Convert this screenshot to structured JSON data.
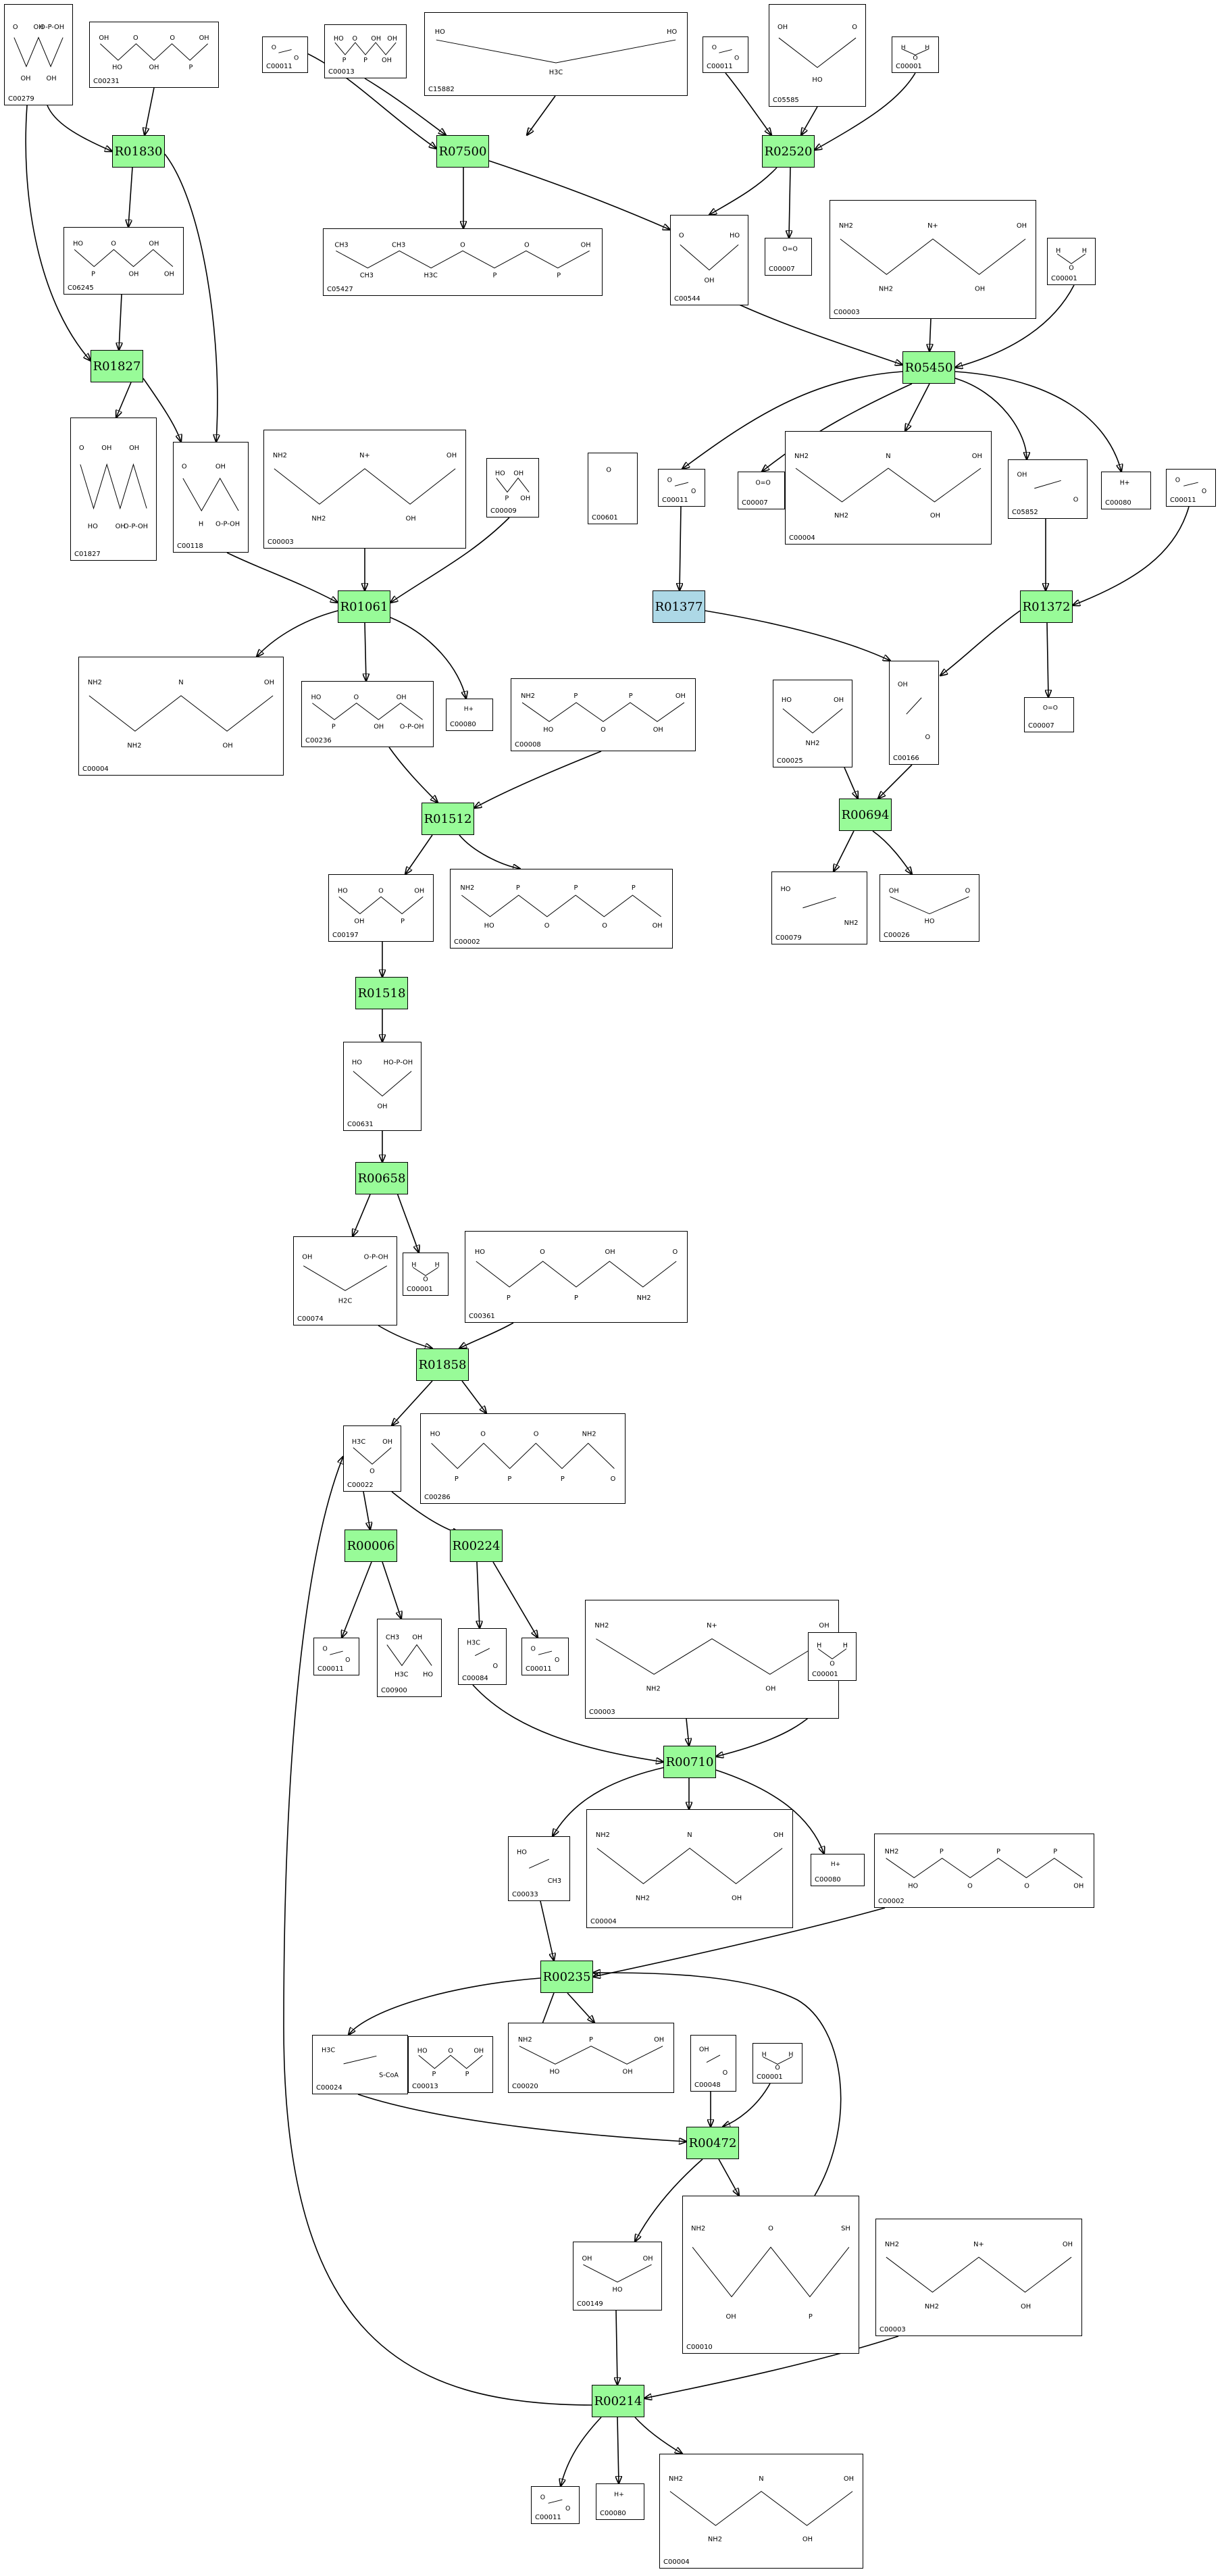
{
  "colors": {
    "reaction": "#98fb98",
    "reaction_highlight": "#add8e6",
    "edge": "#000000",
    "border": "#000000"
  },
  "reactions": [
    {
      "id": "R01830"
    },
    {
      "id": "R07500"
    },
    {
      "id": "R02520"
    },
    {
      "id": "R01827"
    },
    {
      "id": "R05450"
    },
    {
      "id": "R01061"
    },
    {
      "id": "R01377",
      "highlight": true
    },
    {
      "id": "R01372"
    },
    {
      "id": "R01512"
    },
    {
      "id": "R00694"
    },
    {
      "id": "R01518"
    },
    {
      "id": "R00658"
    },
    {
      "id": "R01858"
    },
    {
      "id": "R00006"
    },
    {
      "id": "R00224"
    },
    {
      "id": "R00710"
    },
    {
      "id": "R00235"
    },
    {
      "id": "R00472"
    },
    {
      "id": "R00214"
    }
  ],
  "compounds": [
    {
      "id": "C00279",
      "atoms": [
        "O",
        "OH",
        "OH",
        "OH",
        "O-P-OH"
      ]
    },
    {
      "id": "C00231",
      "atoms": [
        "OH",
        "HO",
        "O",
        "OH",
        "O",
        "P",
        "OH"
      ]
    },
    {
      "id": "C00011",
      "atoms": [
        "O",
        "O"
      ]
    },
    {
      "id": "C00013",
      "atoms": [
        "HO",
        "P",
        "O",
        "P",
        "OH",
        "OH",
        "OH"
      ]
    },
    {
      "id": "C15882",
      "atoms": [
        "HO",
        "H3C",
        "HO"
      ]
    },
    {
      "id": "C00011",
      "atoms": [
        "O",
        "O"
      ]
    },
    {
      "id": "C05585",
      "atoms": [
        "OH",
        "HO",
        "O"
      ]
    },
    {
      "id": "C00001",
      "atoms": [
        "H",
        "O",
        "H"
      ]
    },
    {
      "id": "C06245",
      "atoms": [
        "HO",
        "P",
        "O",
        "OH",
        "OH",
        "OH"
      ]
    },
    {
      "id": "C05427",
      "atoms": [
        "CH3",
        "CH3",
        "CH3",
        "H3C",
        "O",
        "P",
        "O",
        "P",
        "OH"
      ]
    },
    {
      "id": "C00544",
      "atoms": [
        "O",
        "OH",
        "HO"
      ]
    },
    {
      "id": "C00007",
      "atoms": [
        "O=O"
      ]
    },
    {
      "id": "C00003",
      "atoms": [
        "NH2",
        "NH2",
        "N+",
        "OH",
        "OH"
      ]
    },
    {
      "id": "C00001",
      "atoms": [
        "H",
        "O",
        "H"
      ]
    },
    {
      "id": "C01827",
      "atoms": [
        "O",
        "HO",
        "OH",
        "OH",
        "OH",
        "O-P-OH"
      ]
    },
    {
      "id": "C00118",
      "atoms": [
        "O",
        "H",
        "OH",
        "O-P-OH"
      ]
    },
    {
      "id": "C00003",
      "atoms": [
        "NH2",
        "NH2",
        "N+",
        "OH",
        "OH"
      ]
    },
    {
      "id": "C00009",
      "atoms": [
        "HO",
        "P",
        "OH",
        "OH"
      ]
    },
    {
      "id": "C00601",
      "atoms": [
        "O"
      ]
    },
    {
      "id": "C00011",
      "atoms": [
        "O",
        "O"
      ]
    },
    {
      "id": "C00007",
      "atoms": [
        "O=O"
      ]
    },
    {
      "id": "C00004",
      "atoms": [
        "NH2",
        "NH2",
        "N",
        "OH",
        "OH"
      ]
    },
    {
      "id": "C05852",
      "atoms": [
        "OH",
        "O"
      ]
    },
    {
      "id": "C00080",
      "atoms": [
        "H+"
      ]
    },
    {
      "id": "C00011",
      "atoms": [
        "O",
        "O"
      ]
    },
    {
      "id": "C00004",
      "atoms": [
        "NH2",
        "NH2",
        "N",
        "OH",
        "OH"
      ]
    },
    {
      "id": "C00236",
      "atoms": [
        "HO",
        "P",
        "O",
        "OH",
        "OH",
        "O-P-OH"
      ]
    },
    {
      "id": "C00080",
      "atoms": [
        "H+"
      ]
    },
    {
      "id": "C00008",
      "atoms": [
        "NH2",
        "HO",
        "P",
        "O",
        "P",
        "OH",
        "OH"
      ]
    },
    {
      "id": "C00025",
      "atoms": [
        "HO",
        "NH2",
        "OH"
      ]
    },
    {
      "id": "C00166",
      "atoms": [
        "OH",
        "O"
      ]
    },
    {
      "id": "C00007",
      "atoms": [
        "O=O"
      ]
    },
    {
      "id": "C00197",
      "atoms": [
        "HO",
        "OH",
        "O",
        "P",
        "OH"
      ]
    },
    {
      "id": "C00002",
      "atoms": [
        "NH2",
        "HO",
        "P",
        "O",
        "P",
        "O",
        "P",
        "OH"
      ]
    },
    {
      "id": "C00079",
      "atoms": [
        "HO",
        "NH2"
      ]
    },
    {
      "id": "C00026",
      "atoms": [
        "OH",
        "HO",
        "O"
      ]
    },
    {
      "id": "C00631",
      "atoms": [
        "HO",
        "OH",
        "HO-P-OH"
      ]
    },
    {
      "id": "C00074",
      "atoms": [
        "OH",
        "H2C",
        "O-P-OH"
      ]
    },
    {
      "id": "C00001",
      "atoms": [
        "H",
        "O",
        "H"
      ]
    },
    {
      "id": "C00361",
      "atoms": [
        "HO",
        "P",
        "O",
        "P",
        "OH",
        "NH2",
        "O"
      ]
    },
    {
      "id": "C00022",
      "atoms": [
        "H3C",
        "O",
        "OH"
      ]
    },
    {
      "id": "C00286",
      "atoms": [
        "HO",
        "P",
        "O",
        "P",
        "O",
        "P",
        "NH2",
        "O"
      ]
    },
    {
      "id": "C00011",
      "atoms": [
        "O",
        "O"
      ]
    },
    {
      "id": "C00900",
      "atoms": [
        "CH3",
        "H3C",
        "OH",
        "HO"
      ]
    },
    {
      "id": "C00084",
      "atoms": [
        "H3C",
        "O"
      ]
    },
    {
      "id": "C00011",
      "atoms": [
        "O",
        "O"
      ]
    },
    {
      "id": "C00003",
      "atoms": [
        "NH2",
        "NH2",
        "N+",
        "OH",
        "OH"
      ]
    },
    {
      "id": "C00001",
      "atoms": [
        "H",
        "O",
        "H"
      ]
    },
    {
      "id": "C00033",
      "atoms": [
        "HO",
        "CH3"
      ]
    },
    {
      "id": "C00004",
      "atoms": [
        "NH2",
        "NH2",
        "N",
        "OH",
        "OH"
      ]
    },
    {
      "id": "C00080",
      "atoms": [
        "H+"
      ]
    },
    {
      "id": "C00002",
      "atoms": [
        "NH2",
        "HO",
        "P",
        "O",
        "P",
        "O",
        "P",
        "OH"
      ]
    },
    {
      "id": "C00024",
      "atoms": [
        "H3C",
        "S-CoA"
      ]
    },
    {
      "id": "C00013",
      "atoms": [
        "HO",
        "P",
        "O",
        "P",
        "OH"
      ]
    },
    {
      "id": "C00020",
      "atoms": [
        "NH2",
        "HO",
        "P",
        "OH",
        "OH"
      ]
    },
    {
      "id": "C00048",
      "atoms": [
        "OH",
        "O"
      ]
    },
    {
      "id": "C00001",
      "atoms": [
        "H",
        "O",
        "H"
      ]
    },
    {
      "id": "C00149",
      "atoms": [
        "OH",
        "HO",
        "OH"
      ]
    },
    {
      "id": "C00010",
      "atoms": [
        "NH2",
        "OH",
        "O",
        "P",
        "SH"
      ]
    },
    {
      "id": "C00003",
      "atoms": [
        "NH2",
        "NH2",
        "N+",
        "OH",
        "OH"
      ]
    },
    {
      "id": "C00011",
      "atoms": [
        "O",
        "O"
      ]
    },
    {
      "id": "C00080",
      "atoms": [
        "H+"
      ]
    },
    {
      "id": "C00004",
      "atoms": [
        "NH2",
        "NH2",
        "N",
        "OH",
        "OH"
      ]
    }
  ]
}
